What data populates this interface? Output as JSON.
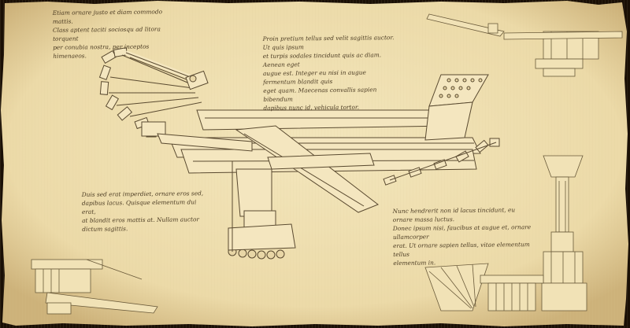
{
  "colors": {
    "parchment": "#efdfb0",
    "parchment_edge": "#cdb27a",
    "ink": "#5a4a30",
    "part_fill": "#f4e6bf",
    "burn": "#2a1a0a"
  },
  "notes": [
    "Etiam ornare justo et diam commodo mattis.\nClass aptent taciti sociosqu ad litora torquent\nper conubia nostra, per inceptos himenaeos.",
    "Proin pretium tellus sed velit sagittis auctor. Ut quis ipsum\net turpis sodales tincidunt quis ac diam. Aenean eget\naugue est. Integer eu nisi in augue fermentum blandit quis\neget quam. Maecenas convallis sapien bibendum\ndapibus nunc id, vehicula tortor.",
    "Duis sed erat imperdiet, ornare eros sed,\ndapibus lacus. Quisque elementum dui erat,\nat blandit eros mattis at. Nullam auctor\ndictum sagittis.",
    "Nunc hendrerit non id lacus tincidunt, eu ornare massa luctus.\nDonec ipsum nisi, faucibus at augue et, ornare ullamcorper\nerat. Ut ornare sapien tellus, vitae elementum tellus\nelementum in."
  ]
}
